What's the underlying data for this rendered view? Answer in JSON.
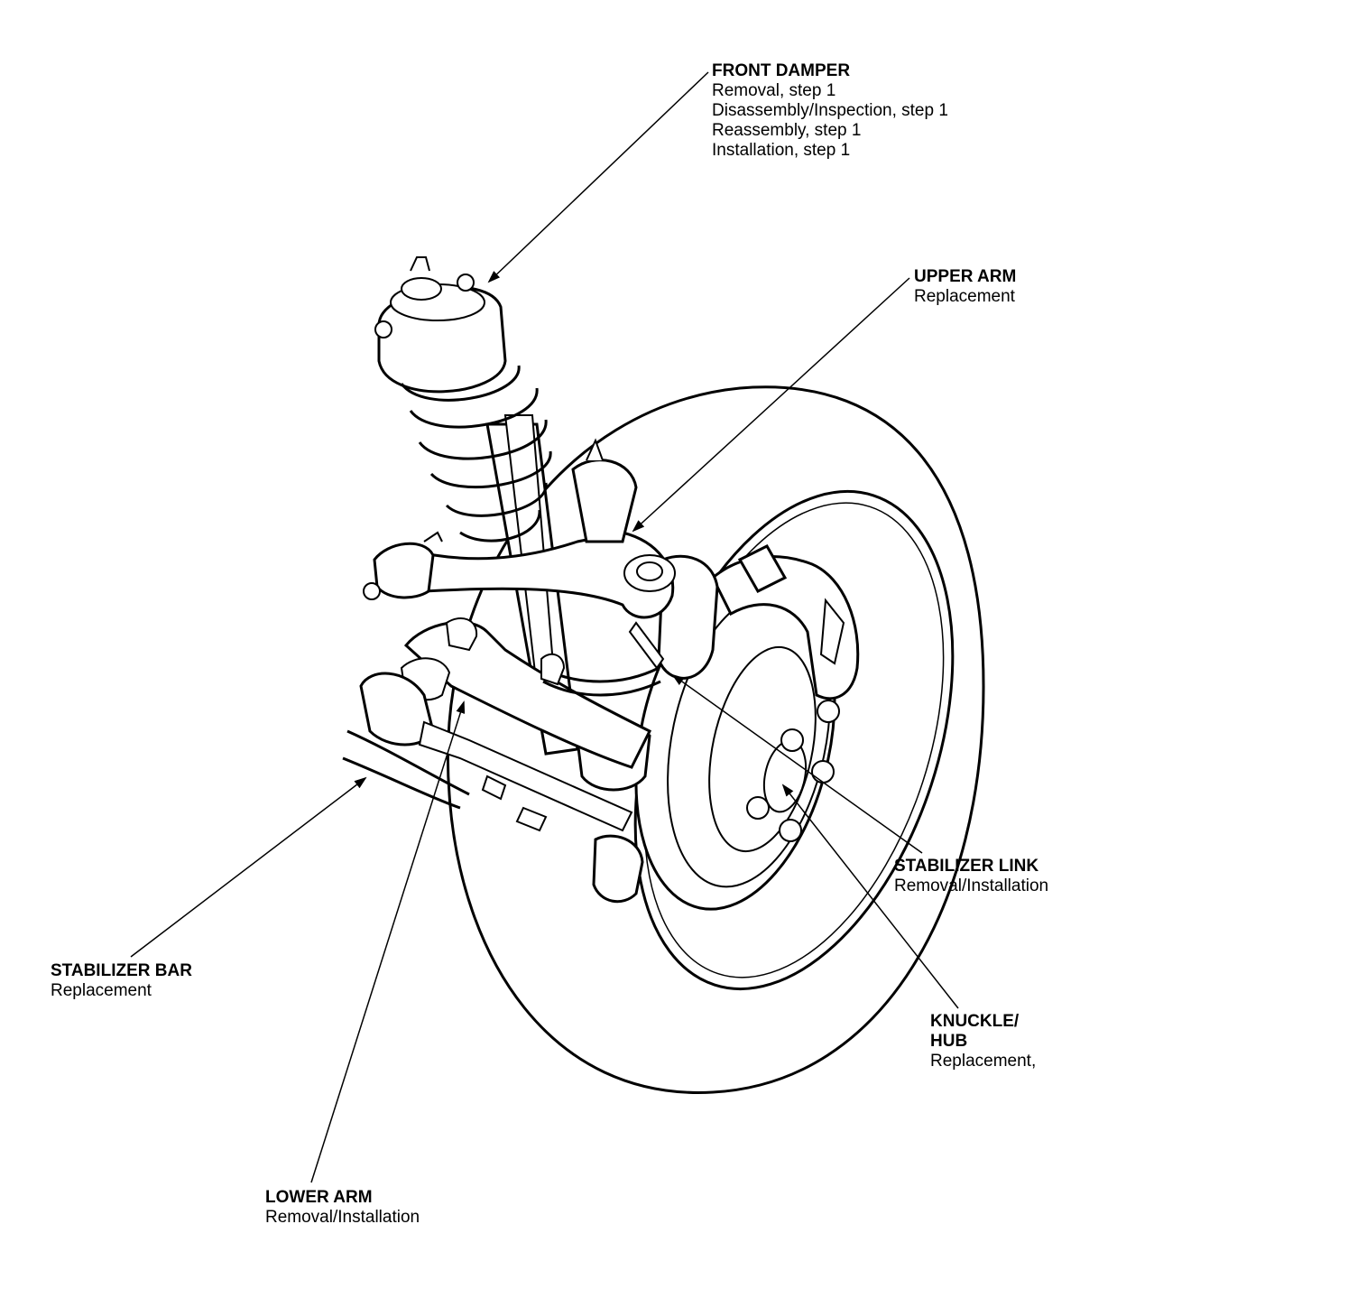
{
  "labels": {
    "front_damper": {
      "title": "FRONT DAMPER",
      "lines": [
        "Removal, step 1",
        "Disassembly/Inspection, step 1",
        "Reassembly, step 1",
        "Installation, step 1"
      ]
    },
    "upper_arm": {
      "title": "UPPER ARM",
      "lines": [
        "Replacement"
      ]
    },
    "stabilizer_link": {
      "title": "STABILIZER LINK",
      "lines": [
        "Removal/Installation"
      ]
    },
    "knuckle_hub": {
      "title": "KNUCKLE/\nHUB",
      "lines": [
        "Replacement,"
      ]
    },
    "stabilizer_bar": {
      "title": "STABILIZER BAR",
      "lines": [
        "Replacement"
      ]
    },
    "lower_arm": {
      "title": "LOWER ARM",
      "lines": [
        "Removal/Installation"
      ]
    }
  },
  "colors": {
    "ink": "#000000",
    "paper": "#ffffff"
  }
}
